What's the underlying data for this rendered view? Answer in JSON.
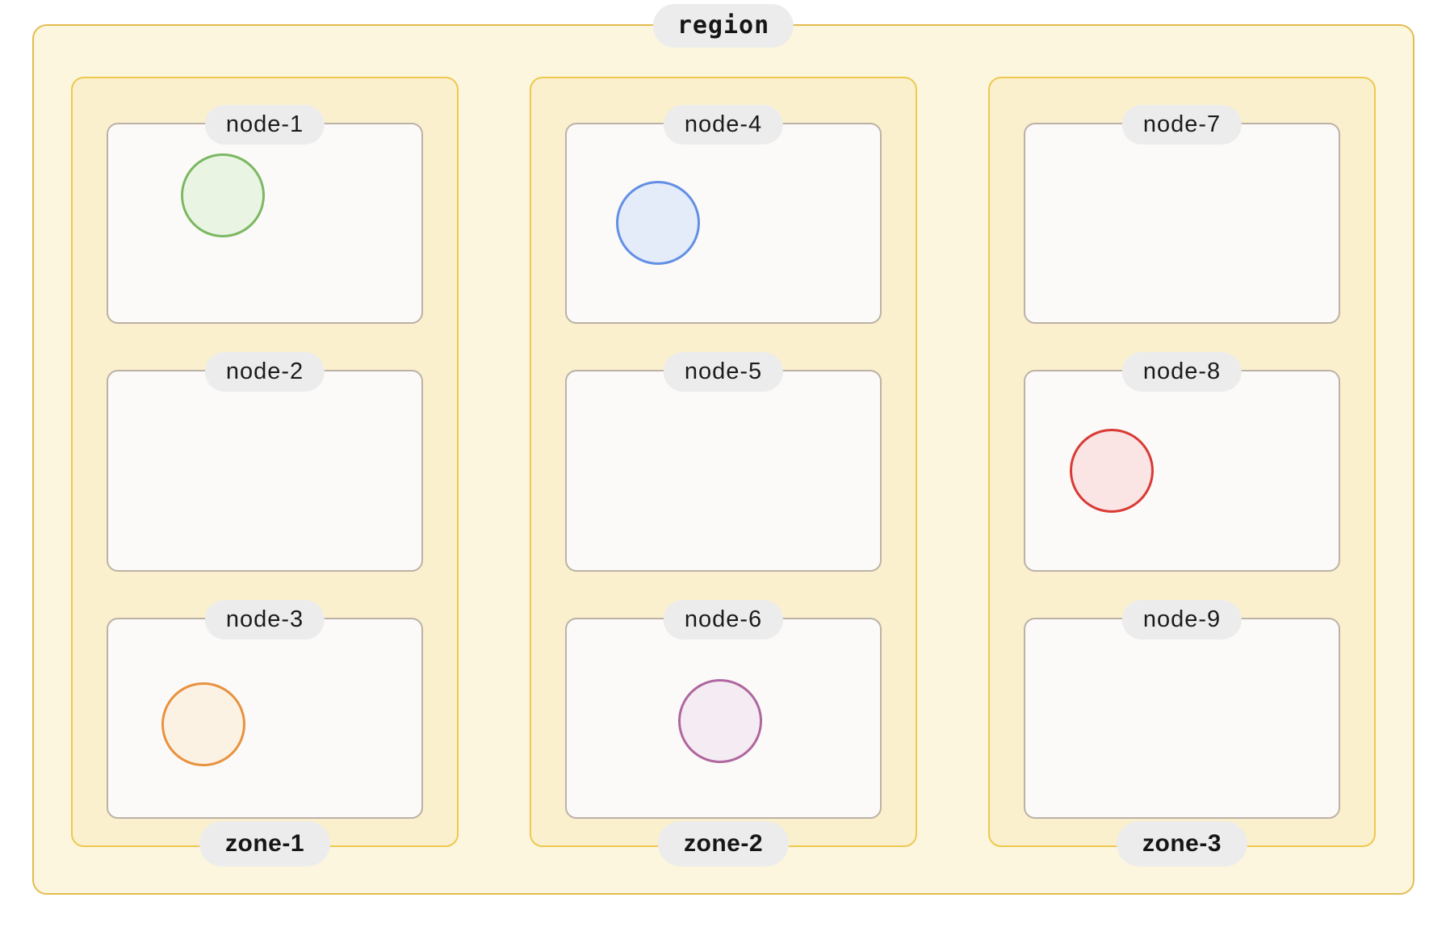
{
  "theme": {
    "page_background": "#ffffff",
    "pill_background": "#ECECEC",
    "label_text_color": "#161616",
    "region_fill": "#FDF6DE",
    "region_stroke": "#E3BC4F",
    "zone_fill": "#FAF0CE",
    "zone_stroke": "#EDC94F",
    "node_fill": "#FBFAF8",
    "node_stroke": "#BCB1A6"
  },
  "region": {
    "label": "region",
    "zones": [
      {
        "label": "zone-1",
        "nodes": [
          {
            "label": "node-1",
            "pod": {
              "name": "green-pod",
              "fill": "#E9F4E3",
              "stroke": "#7CB862"
            }
          },
          {
            "label": "node-2",
            "pod": null
          },
          {
            "label": "node-3",
            "pod": {
              "name": "orange-pod",
              "fill": "#FCF2E4",
              "stroke": "#E8923F"
            }
          }
        ]
      },
      {
        "label": "zone-2",
        "nodes": [
          {
            "label": "node-4",
            "pod": {
              "name": "blue-pod",
              "fill": "#E4ECFA",
              "stroke": "#638FE5"
            }
          },
          {
            "label": "node-5",
            "pod": null
          },
          {
            "label": "node-6",
            "pod": {
              "name": "purple-pod",
              "fill": "#F5ECF3",
              "stroke": "#B0679F"
            }
          }
        ]
      },
      {
        "label": "zone-3",
        "nodes": [
          {
            "label": "node-7",
            "pod": null
          },
          {
            "label": "node-8",
            "pod": {
              "name": "red-pod",
              "fill": "#FAE4E4",
              "stroke": "#D93A35"
            }
          },
          {
            "label": "node-9",
            "pod": null
          }
        ]
      }
    ]
  }
}
